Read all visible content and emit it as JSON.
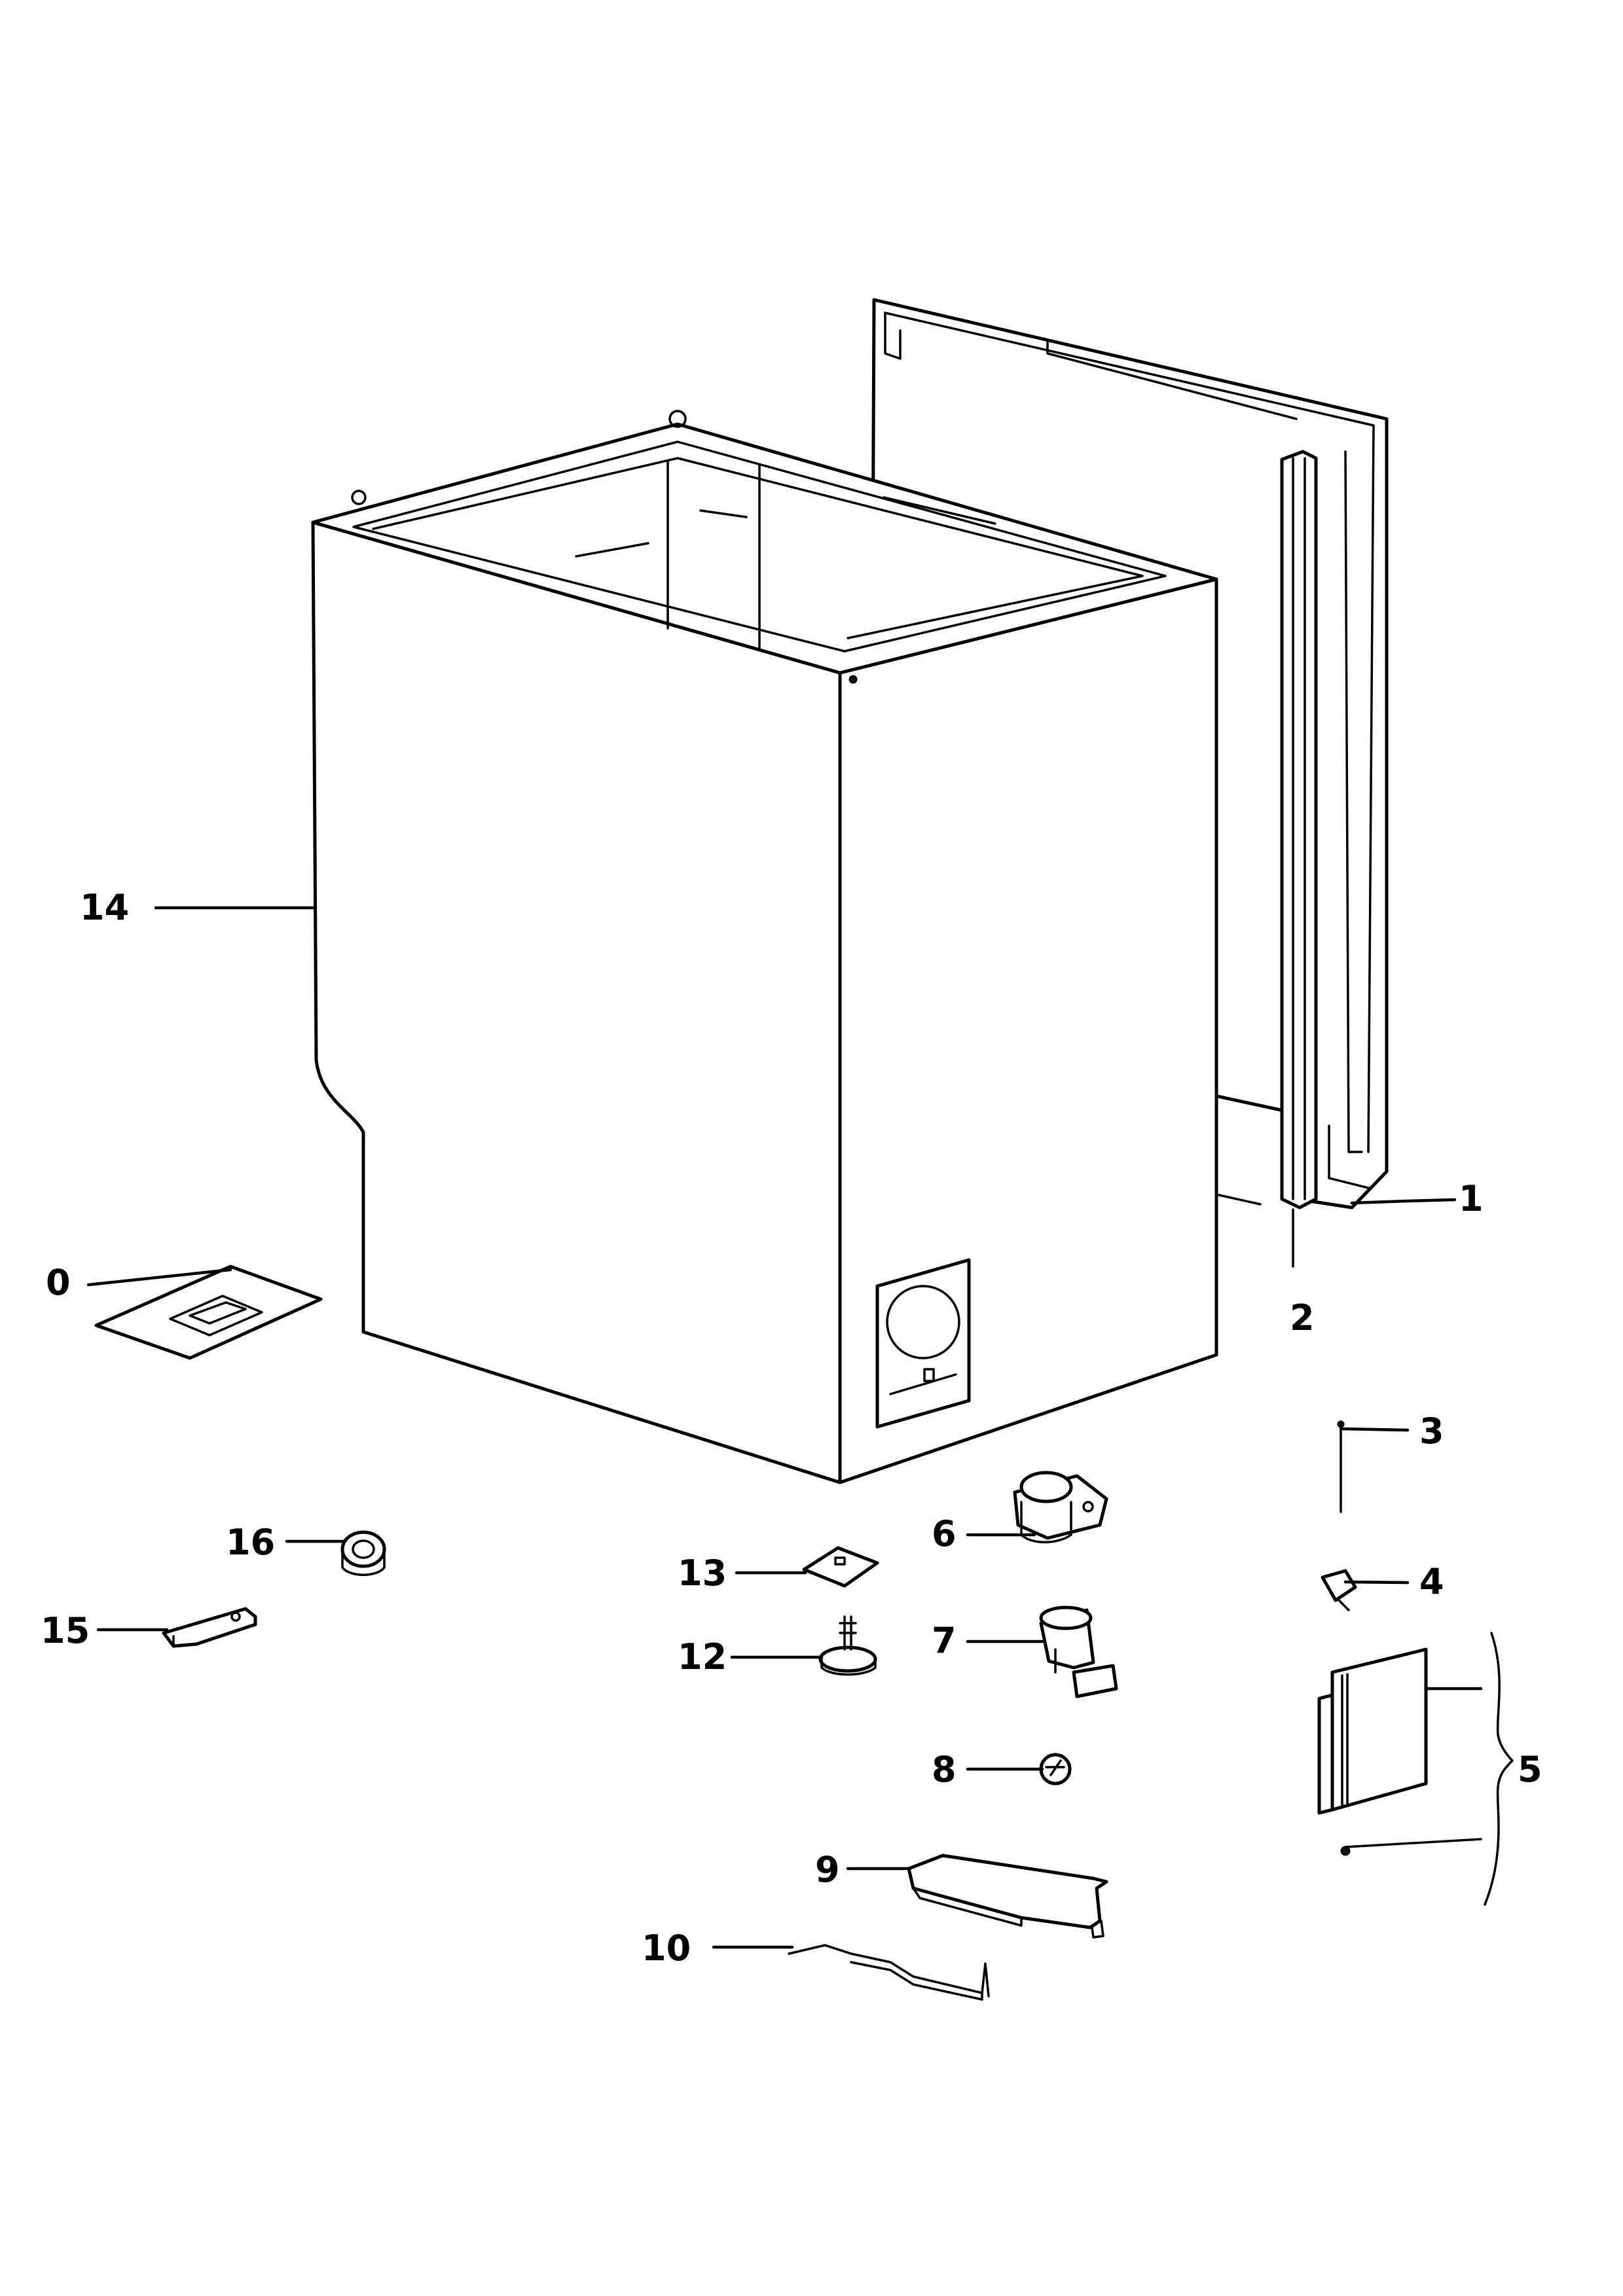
{
  "diagram": {
    "callouts": [
      {
        "id": "0",
        "label": "0"
      },
      {
        "id": "1",
        "label": "1"
      },
      {
        "id": "2",
        "label": "2"
      },
      {
        "id": "3",
        "label": "3"
      },
      {
        "id": "4",
        "label": "4"
      },
      {
        "id": "5",
        "label": "5"
      },
      {
        "id": "6",
        "label": "6"
      },
      {
        "id": "7",
        "label": "7"
      },
      {
        "id": "8",
        "label": "8"
      },
      {
        "id": "9",
        "label": "9"
      },
      {
        "id": "10",
        "label": "10"
      },
      {
        "id": "12",
        "label": "12"
      },
      {
        "id": "13",
        "label": "13"
      },
      {
        "id": "14",
        "label": "14"
      },
      {
        "id": "15",
        "label": "15"
      },
      {
        "id": "16",
        "label": "16"
      }
    ]
  }
}
